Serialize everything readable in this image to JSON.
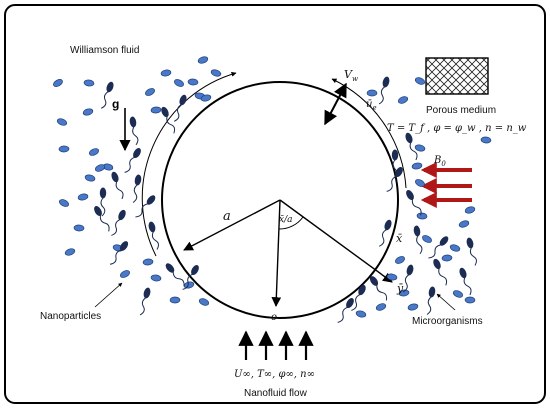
{
  "labels": {
    "williamson": "Williamson fluid",
    "gravity": "g",
    "porous": "Porous medium",
    "nanoparticles": "Nanoparticles",
    "microorganisms": "Microorganisms",
    "nanofluid_flow": "Nanofluid flow"
  },
  "symbols": {
    "vw": "V",
    "vw_sub": "w",
    "ue": "ū",
    "ue_sub": "e",
    "wall_conditions": "T = T_f , φ = φ_w , n = n_w",
    "b0": "B",
    "b0_sub": "0",
    "radius": "a",
    "angle": "x̄/a",
    "xbar": "x̄",
    "ybar": "ȳ",
    "origin": "o",
    "freestream": "U∞, T∞, φ∞, n∞"
  },
  "colors": {
    "border": "#000000",
    "particle_fill": "#4a78c8",
    "particle_stroke": "#1f3f7a",
    "microbe": "#1c2c52",
    "magnetic_arrow": "#b01818",
    "line": "#000000"
  }
}
